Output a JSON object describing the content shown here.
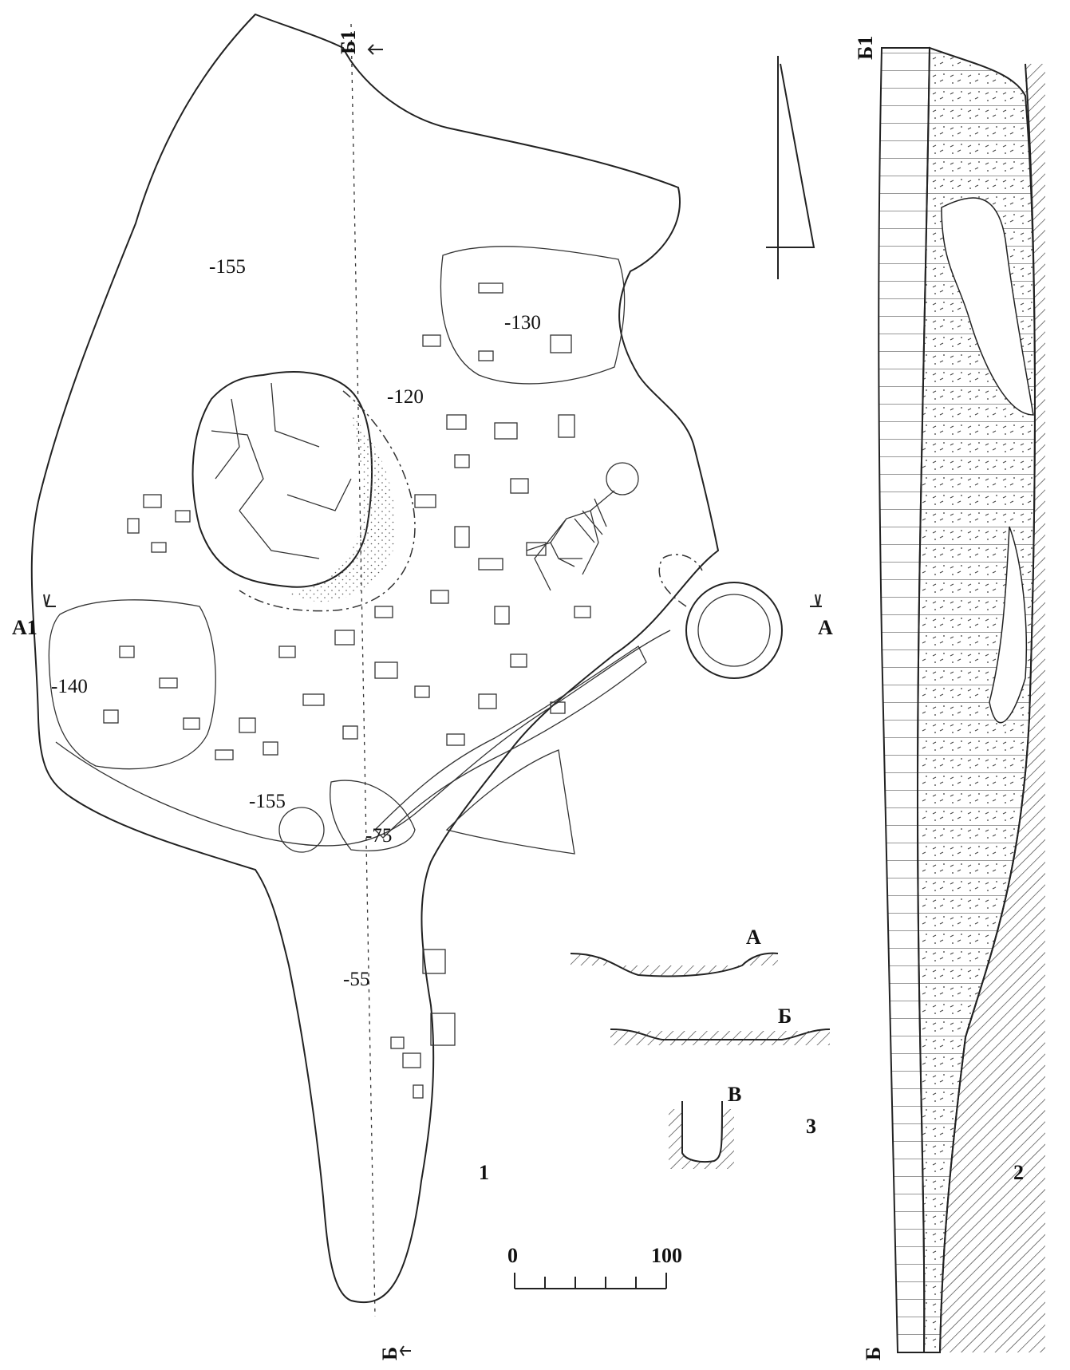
{
  "depths": {
    "d155_top": "-155",
    "d130": "-130",
    "d120": "-120",
    "d140": "-140",
    "d155_bottom": "-155",
    "d75": "-75",
    "d55": "-55"
  },
  "section_markers": {
    "b1_top": "Б1",
    "a1_left": "А1",
    "a_right": "А",
    "b_bottom": "Б",
    "b1_profile": "Б1",
    "b_profile": "Б"
  },
  "figure_numbers": {
    "fig1": "1",
    "fig2": "2",
    "fig3": "3"
  },
  "profiles": {
    "a": "А",
    "b": "Б",
    "v": "В"
  },
  "scale_bar": {
    "start": "0",
    "end": "100"
  }
}
